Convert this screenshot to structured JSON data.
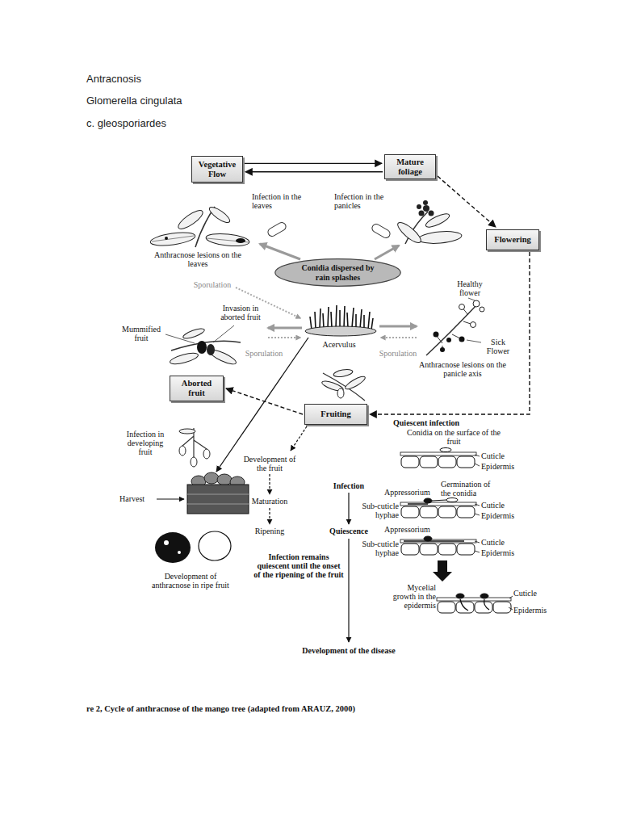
{
  "diagram": {
    "title": "Antracnosis",
    "caption": "re 2, Cycle of anthracnose of the mango tree (adapted from ARAUZ, 2000)",
    "nodes": [
      {
        "text": [
          "Vegetative Flow"
        ]
      },
      {
        "text": [
          "Mature foliage"
        ]
      },
      {
        "text": [
          "Flowering"
        ]
      },
      {
        "text": [
          "Conidia dispersed by rain splashes"
        ]
      },
      {
        "text": [
          "Aborted fruit"
        ]
      },
      {
        "text": [
          "Fruiting"
        ]
      }
    ],
    "edges": [
      {
        "from": 0,
        "to": 1,
        "arrow": "to"
      },
      {
        "from": 1,
        "to": 0,
        "arrow": "to"
      },
      {
        "from": 1,
        "to": 2,
        "arrow": "to"
      },
      {
        "from": 2,
        "to": 5,
        "arrow": "to"
      },
      {
        "from": 5,
        "to": 4,
        "arrow": "to"
      }
    ],
    "labels": [
      "Glomerella cingulata",
      "c. gleosporiardes",
      "Infection in the leaves",
      "Infection in the panicles",
      "Anthracnose lesions on the leaves",
      "Sporulation",
      "Healthy flower",
      "Invasion in aborted fruit",
      "Mummified fruit",
      "Acervulus",
      "Sick Flower",
      "Sporulation",
      "Sporulation",
      "Anthracnose lesions on the panicle axis",
      "Quiescent infection",
      "Infection in developing fruit",
      "Conidia on the surface of the fruit",
      "Development of the fruit",
      "Cuticle",
      "Epidermis",
      "Infection",
      "Appressorium",
      "Germination of the conidia",
      "Harvest",
      "Maturation",
      "Sub-cuticle hyphae",
      "Cuticle",
      "Epidermis",
      "Ripening",
      "Quiescence",
      "Appressorium",
      "Sub-cuticle hyphae",
      "Cuticle",
      "Epidermis",
      "Infection remains quiescent until the onset of the ripening of the fruit",
      "Development of anthracnose in ripe fruit",
      "Mycelial growth in the epidermis",
      "Cuticle",
      "Epidermis",
      "Development of the disease"
    ]
  }
}
